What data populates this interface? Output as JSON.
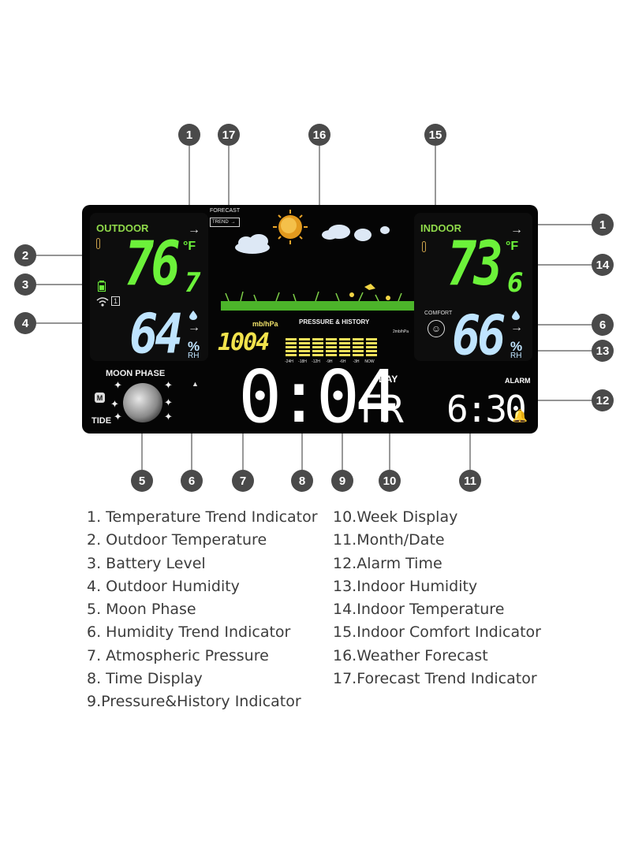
{
  "screen": {
    "outdoor": {
      "title": "OUTDOOR",
      "trend": "→",
      "temp_int": "76",
      "temp_dec": "7",
      "temp_unit": "°F",
      "humidity": "64",
      "hum_trend": "→",
      "hum_unit": "%",
      "hum_rh": "RH",
      "channel": "1"
    },
    "indoor": {
      "title": "INDOOR",
      "trend": "→",
      "temp_int": "73",
      "temp_dec": "6",
      "temp_unit": "°F",
      "humidity": "66",
      "hum_trend": "→",
      "hum_unit": "%",
      "hum_rh": "RH",
      "comfort_label": "COMFORT",
      "comfort_icon": "☺"
    },
    "forecast": {
      "label": "FORECAST",
      "trend_label": "TREND",
      "trend_arrow": "→"
    },
    "pressure": {
      "title": "PRESSURE & HISTORY",
      "unit": "mb/hPa",
      "value": "1004",
      "scale_note": "2mb/hPa",
      "history_labels": [
        "-24H",
        "-18H",
        "-12H",
        "-9H",
        "-6H",
        "-3H",
        "NOW"
      ],
      "history_levels": [
        0.8,
        0.8,
        0.8,
        0.8,
        0.8,
        0.8,
        0.8
      ]
    },
    "moon": {
      "title": "MOON PHASE",
      "badge": "M",
      "tide": "TIDE"
    },
    "time": "0:04",
    "day_label": "DAY",
    "week": "FR",
    "alarm_label": "ALARM",
    "alarm_time": "6:30",
    "colors": {
      "temp": "#6cf23a",
      "humidity": "#bfe4ff",
      "pressure": "#f2e34c",
      "title_green": "#8fd94a",
      "callout": "#4a4a4a"
    }
  },
  "callouts": {
    "c1a": "1",
    "c17": "17",
    "c16": "16",
    "c15": "15",
    "c1b": "1",
    "c2": "2",
    "c14": "14",
    "c3": "3",
    "c4": "4",
    "c6a": "6",
    "c13": "13",
    "c12": "12",
    "c5": "5",
    "c6b": "6",
    "c7": "7",
    "c8": "8",
    "c9": "9",
    "c10": "10",
    "c11": "11"
  },
  "legend_left": [
    "1. Temperature Trend Indicator",
    "2. Outdoor Temperature",
    "3. Battery Level",
    "4. Outdoor Humidity",
    "5. Moon Phase",
    "6. Humidity Trend Indicator",
    "7. Atmospheric Pressure",
    "8. Time Display",
    "9.Pressure&History Indicator"
  ],
  "legend_right": [
    "10.Week Display",
    "11.Month/Date",
    "12.Alarm Time",
    "13.Indoor Humidity",
    "14.Indoor Temperature",
    "15.Indoor Comfort Indicator",
    "16.Weather Forecast",
    "17.Forecast Trend Indicator"
  ]
}
